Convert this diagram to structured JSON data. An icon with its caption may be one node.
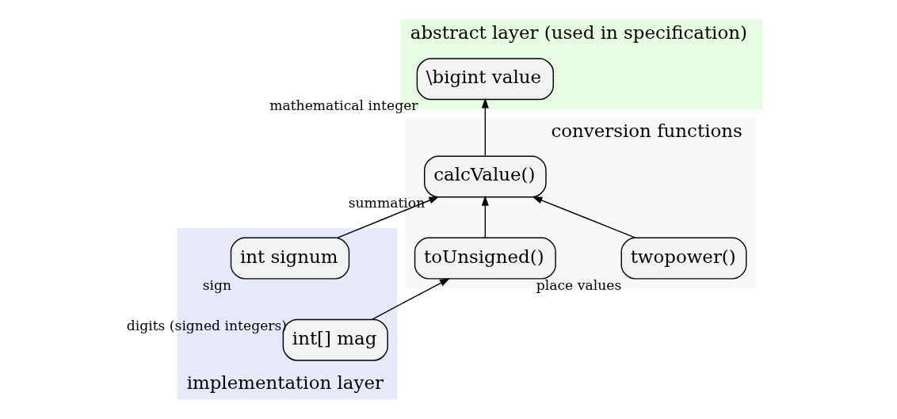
{
  "diagram": {
    "nodes": [
      {
        "text": [
          "abstract layer (used in specification)"
        ]
      },
      {
        "text": [
          "\\bigint value"
        ],
        "in": 0,
        "beside": [
          "mathematical integer"
        ]
      },
      {
        "text": [
          "conversion functions"
        ]
      },
      {
        "text": [
          "calcValue()"
        ],
        "in": 2,
        "beside": [
          "summation"
        ]
      },
      {
        "text": [
          "twopower()"
        ],
        "in": 2,
        "beside": [
          "place values"
        ]
      },
      {
        "text": [
          "toUnsigned()"
        ],
        "in": 2
      },
      {
        "text": [
          "implementation layer"
        ]
      },
      {
        "text": [
          "int signum"
        ],
        "in": 6,
        "beside": [
          "sign"
        ]
      },
      {
        "text": [
          "int[] mag"
        ],
        "in": 6,
        "beside": [
          "digits (signed integers)"
        ]
      }
    ],
    "edges": [
      {
        "from": 3,
        "to": 1,
        "arrow": "to"
      },
      {
        "from": 4,
        "to": 3,
        "arrow": "to"
      },
      {
        "from": 5,
        "to": 3,
        "arrow": "to"
      },
      {
        "from": 7,
        "to": 3,
        "arrow": "to"
      },
      {
        "from": 8,
        "to": 5,
        "arrow": "to"
      }
    ]
  }
}
